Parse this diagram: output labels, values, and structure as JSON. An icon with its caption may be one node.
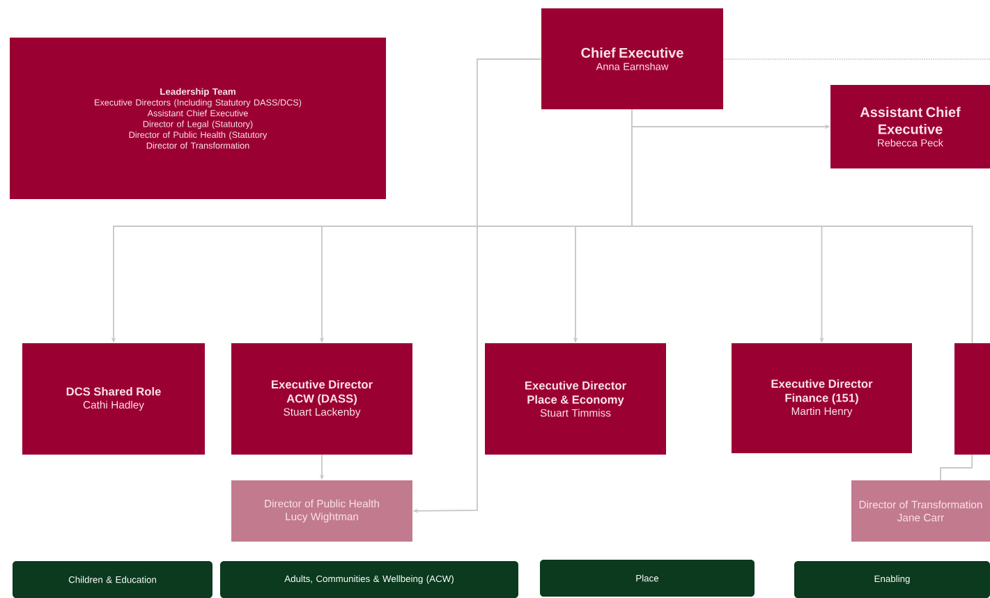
{
  "diagram": {
    "nodes": [
      {
        "text": [
          "Leadership Team",
          "Executive Directors (Including Statutory DASS/DCS)",
          "Assistant Chief Executive",
          "Director of Legal (Statutory)",
          "Director of Public Health (Statutory",
          "Director of Transformation"
        ]
      },
      {
        "text": [
          "Chief Executive",
          "Anna Earnshaw"
        ]
      },
      {
        "text": [
          "Assistant Chief Executive",
          "Rebecca Peck"
        ]
      },
      {
        "text": [
          "DCS Shared Role",
          "Cathi Hadley"
        ]
      },
      {
        "text": [
          "Executive Director ACW (DASS)",
          "Stuart Lackenby"
        ]
      },
      {
        "text": [
          "Executive Director Place & Economy",
          "Stuart Timmiss"
        ]
      },
      {
        "text": [
          "Executive Director Finance (151)",
          "Martin Henry"
        ]
      },
      {
        "text": [],
        "shape": "box"
      },
      {
        "text": [
          "Director of Public Health",
          "Lucy Wightman"
        ]
      },
      {
        "text": [
          "Director of Transformation",
          "Jane Carr"
        ]
      },
      {
        "text": [
          "Children & Education"
        ]
      },
      {
        "text": [
          "Adults, Communities & Wellbeing (ACW)"
        ]
      },
      {
        "text": [
          "Place"
        ]
      },
      {
        "text": [
          "Enabling"
        ]
      }
    ],
    "edges": [
      {
        "from": 1,
        "to": 2,
        "arrow": "to"
      },
      {
        "from": 1,
        "to": 3,
        "arrow": "to"
      },
      {
        "from": 1,
        "to": 4,
        "arrow": "to"
      },
      {
        "from": 1,
        "to": 5,
        "arrow": "to"
      },
      {
        "from": 1,
        "to": 6,
        "arrow": "to"
      },
      {
        "from": 1,
        "to": 7,
        "arrow": "none"
      },
      {
        "from": 1,
        "to": 8,
        "arrow": "to"
      },
      {
        "from": 4,
        "to": 8,
        "arrow": "to"
      },
      {
        "from": 7,
        "to": 9,
        "arrow": "none"
      },
      {
        "from": 1,
        "to": null,
        "arrow": "none",
        "style": "dashed"
      }
    ]
  }
}
